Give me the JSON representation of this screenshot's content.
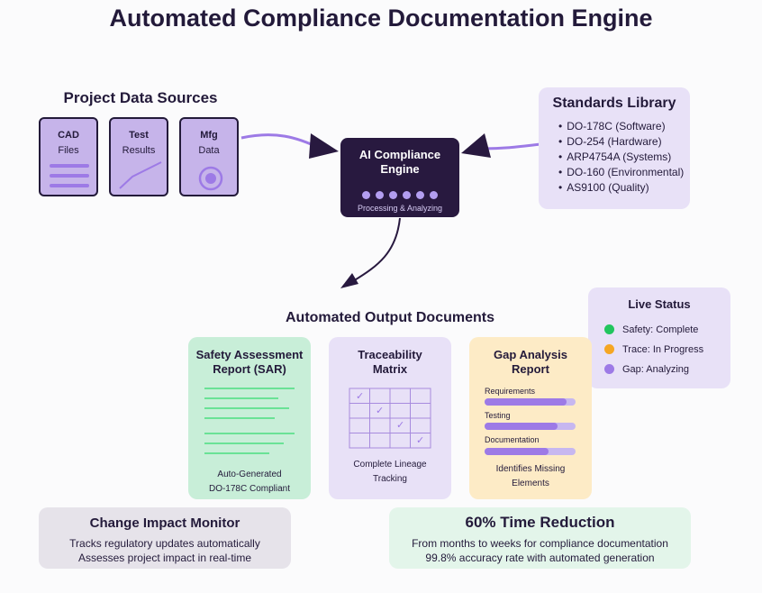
{
  "title": "Automated Compliance Documentation Engine",
  "sources": {
    "heading": "Project Data Sources",
    "cards": [
      {
        "line1": "CAD",
        "line2": "Files",
        "icon": "lines-icon"
      },
      {
        "line1": "Test",
        "line2": "Results",
        "icon": "trend-line-icon"
      },
      {
        "line1": "Mfg",
        "line2": "Data",
        "icon": "target-icon"
      }
    ]
  },
  "engine": {
    "name_line1": "AI Compliance",
    "name_line2": "Engine",
    "status": "Processing & Analyzing"
  },
  "standards": {
    "heading": "Standards Library",
    "bullet": "•",
    "items": [
      "DO-178C (Software)",
      "DO-254 (Hardware)",
      "ARP4754A (Systems)",
      "DO-160 (Environmental)",
      "AS9100 (Quality)"
    ]
  },
  "outputs": {
    "heading": "Automated Output Documents",
    "sar": {
      "title_line1": "Safety Assessment",
      "title_line2": "Report (SAR)",
      "foot_line1": "Auto-Generated",
      "foot_line2": "DO-178C Compliant"
    },
    "trace": {
      "title_line1": "Traceability",
      "title_line2": "Matrix",
      "check": "✓",
      "foot_line1": "Complete Lineage",
      "foot_line2": "Tracking"
    },
    "gap": {
      "title_line1": "Gap Analysis",
      "title_line2": "Report",
      "bars": [
        {
          "label": "Requirements",
          "progress": 0.9
        },
        {
          "label": "Testing",
          "progress": 0.8
        },
        {
          "label": "Documentation",
          "progress": 0.7
        }
      ],
      "foot_line1": "Identifies Missing",
      "foot_line2": "Elements"
    }
  },
  "live_status": {
    "heading": "Live Status",
    "items": [
      {
        "label": "Safety: Complete",
        "color": "#22c55e"
      },
      {
        "label": "Trace: In Progress",
        "color": "#f5a623"
      },
      {
        "label": "Gap: Analyzing",
        "color": "#9d7ae6"
      }
    ]
  },
  "impact": {
    "heading": "Change Impact Monitor",
    "line1": "Tracks regulatory updates automatically",
    "line2": "Assesses project impact in real-time"
  },
  "reduction": {
    "heading": "60% Time Reduction",
    "line1": "From months to weeks for compliance documentation",
    "line2": "99.8% accuracy rate with automated generation"
  },
  "colors": {
    "dark": "#231a3a",
    "accent": "#9d7ae6",
    "card": "#c6b4ea",
    "green": "#22c55e",
    "orange": "#f5a623"
  }
}
